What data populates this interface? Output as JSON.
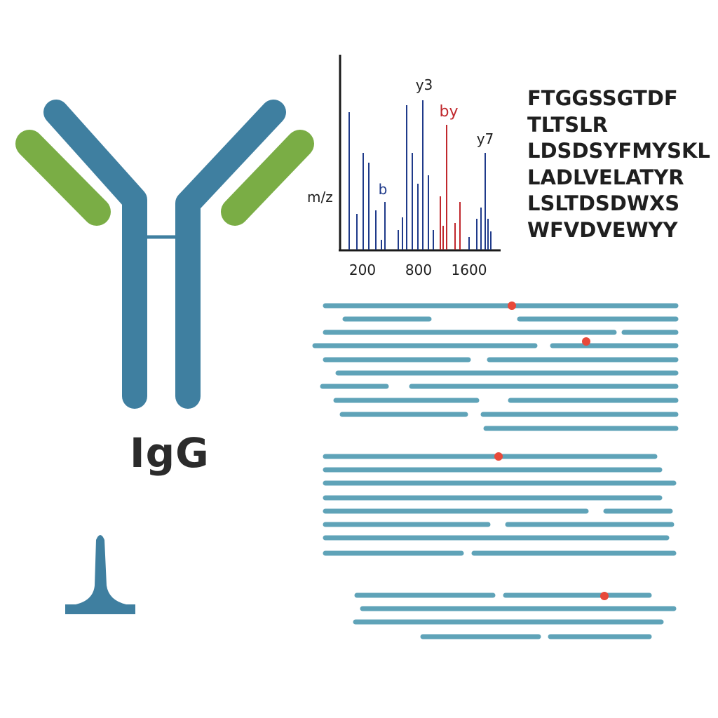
{
  "antibody": {
    "label": "IgG",
    "colors": {
      "heavy_chain": "#3f7fa0",
      "light_chain": "#7aad45"
    }
  },
  "spectrum": {
    "y_axis_label": "m/z",
    "x_ticks": [
      "200",
      "800",
      "1600"
    ],
    "colors": {
      "axis": "#1a1a1a",
      "peak": "#1f3a8a",
      "highlight": "#c0282d"
    },
    "annotations": [
      "y3",
      "by",
      "y7",
      "b"
    ]
  },
  "peptides": [
    "FTGGSSGTDF",
    "TLTSLR",
    "LDSDSYFMYSKL",
    "LADLVELATYR",
    "LSLTDSDWXS",
    "WFVDVEWYY"
  ],
  "alignment": {
    "colors": {
      "read": "#5fa3b8",
      "variant": "#e8493a"
    }
  }
}
